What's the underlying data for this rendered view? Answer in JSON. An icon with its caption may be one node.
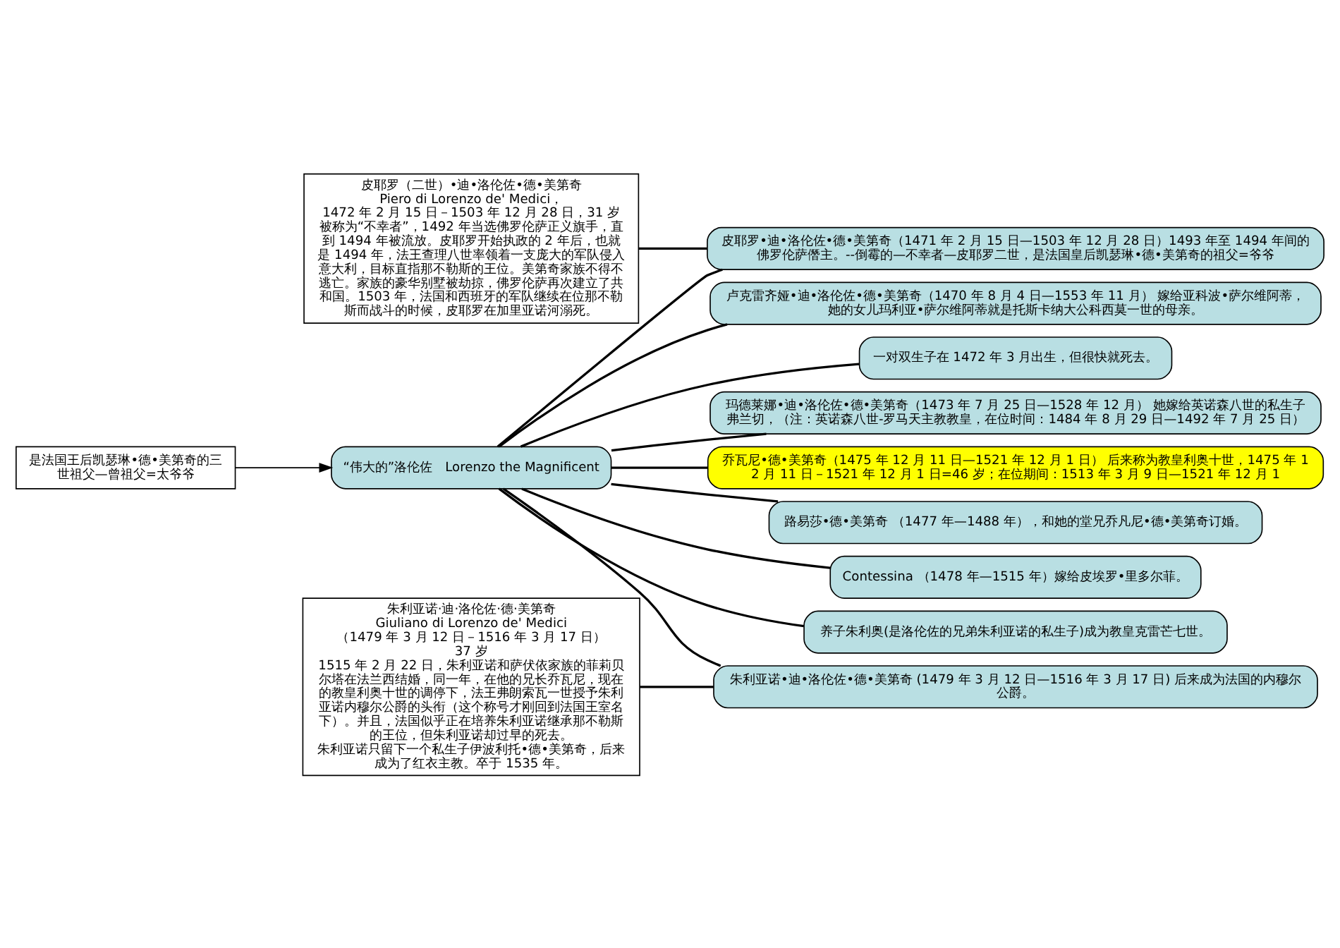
{
  "diagram": {
    "nodes": [
      {
        "text": [
          "“伟大的”洛伦佐　Lorenzo the Magnificent"
        ]
      },
      {
        "text": [
          "是法国王后凯瑟琳•德•美第奇的三世祖父—曾祖父=太爷爷"
        ]
      },
      {
        "text": [
          "皮耶罗（二世）•迪•洛伦佐•德•美第奇",
          "Piero di Lorenzo de' Medici，",
          "1472 年 2 月 15 日－1503 年 12 月 28 日，31 岁",
          "被称为“不幸者”，1492 年当选佛罗伦萨正义旗手，直到 1494 年被流放。皮耶罗开始执政的 2 年后，也就是 1494 年，法王查理八世率领着一支庞大的军队侵入意大利，目标直指那不勒斯的王位。美第奇家族不得不逃亡。家族的豪华别墅被劫掠，佛罗伦萨再次建立了共和国。1503 年，法国和西班牙的军队继续在位那不勒斯而战斗的时候，皮耶罗在加里亚诺河溺死。"
        ]
      },
      {
        "text": [
          "卢克雷齐娅•迪•洛伦佐•德•美第奇（1470 年 8 月 4 日—1553 年 11 月） 嫁给亚科波•萨尔维阿蒂，她的女儿玛利亚•萨尔维阿蒂就是托斯卡纳大公科西莫一世的母亲。"
        ]
      },
      {
        "text": [
          "皮耶罗•迪•洛伦佐•德•美第奇（1471 年 2 月 15 日—1503 年 12 月 28 日）1493 年至 1494 年间的佛罗伦萨僭主。--倒霉的—不幸者—皮耶罗二世，是法国皇后凯瑟琳•德•美第奇的祖父=爷爷"
        ]
      },
      {
        "text": [
          "一对双生子在 1472 年 3 月出生，但很快就死去。"
        ]
      },
      {
        "text": [
          "玛德莱娜•迪•洛伦佐•德•美第奇（1473 年 7 月 25 日—1528 年 12 月） 她嫁给英诺森八世的私生子弗兰切，（注：英诺森八世-罗马天主教教皇，在位时间：1484 年 8 月 29 日—1492 年 7 月 25 日）"
        ]
      },
      {
        "text": [
          "乔瓦尼•德•美第奇（1475 年 12 月 11 日—1521 年 12 月 1 日） 后来称为教皇利奥十世，1475 年 12 月 11 日－1521 年 12 月 1 日=46 岁；在位期间：1513 年 3 月 9 日—1521 年 12 月 1"
        ]
      },
      {
        "text": [
          "路易莎•德•美第奇 （1477 年—1488 年），和她的堂兄乔凡尼•德•美第奇订婚。"
        ]
      },
      {
        "text": [
          "Contessina （1478 年—1515 年）嫁给皮埃罗•里多尔菲。"
        ]
      },
      {
        "text": [
          "朱利亚诺•迪•洛伦佐•德•美第奇 (1479 年 3 月 12 日—1516 年 3 月 17 日) 后来成为法国的内穆尔公爵。"
        ]
      },
      {
        "text": [
          "养子朱利奥(是洛伦佐的兄弟朱利亚诺的私生子)成为教皇克雷芒七世。"
        ]
      },
      {
        "text": [
          "朱利亚诺·迪·洛伦佐·德·美第奇",
          "Giuliano di Lorenzo de' Medici",
          "（1479 年 3 月 12 日－1516 年 3 月 17 日）",
          "37 岁",
          "1515 年 2 月 22 日，朱利亚诺和萨伏依家族的菲莉贝尔塔在法兰西结婚，同一年，在他的兄长乔瓦尼，现在的教皇利奥十世的调停下，法王弗朗索瓦一世授予朱利亚诺内穆尔公爵的头衔（这个称号才刚回到法国王室名下）。并且，法国似乎正在培养朱利亚诺继承那不勒斯的王位，但朱利亚诺却过早的死去。",
          "朱利亚诺只留下一个私生子伊波利托•德•美第奇，后来成为了红衣主教。卒于 1535 年。"
        ]
      }
    ],
    "edges": [
      {
        "from": 1,
        "to": 0,
        "arrow": "to"
      },
      {
        "from": 0,
        "to": 3,
        "arrow": "none"
      },
      {
        "from": 0,
        "to": 4,
        "arrow": "none"
      },
      {
        "from": 0,
        "to": 5,
        "arrow": "none"
      },
      {
        "from": 0,
        "to": 6,
        "arrow": "none"
      },
      {
        "from": 0,
        "to": 7,
        "arrow": "none"
      },
      {
        "from": 0,
        "to": 8,
        "arrow": "none"
      },
      {
        "from": 0,
        "to": 9,
        "arrow": "none"
      },
      {
        "from": 0,
        "to": 10,
        "arrow": "none"
      },
      {
        "from": 0,
        "to": 11,
        "arrow": "none"
      },
      {
        "from": 2,
        "to": 4,
        "arrow": "none"
      },
      {
        "from": 12,
        "to": 10,
        "arrow": "none"
      }
    ]
  }
}
